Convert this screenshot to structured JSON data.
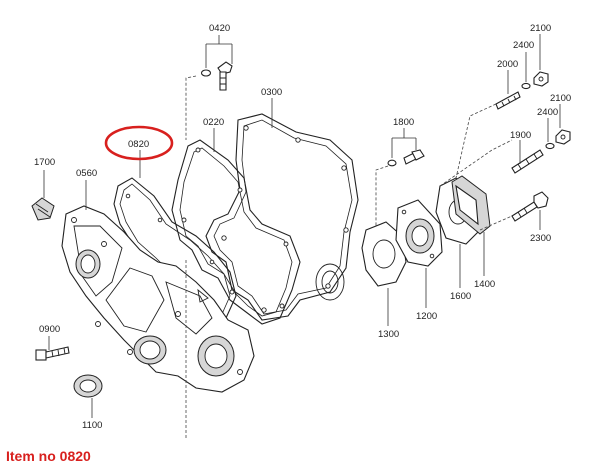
{
  "caption": "Item no 0820",
  "highlight_color": "#d8201e",
  "callouts": {
    "p0420": "0420",
    "p0300": "0300",
    "p0220": "0220",
    "p0820": "0820",
    "p1700": "1700",
    "p0560": "0560",
    "p0900": "0900",
    "p1100": "1100",
    "p1800": "1800",
    "p1300": "1300",
    "p1200": "1200",
    "p1600": "1600",
    "p1400": "1400",
    "p2000": "2000",
    "p2400a": "2400",
    "p2100a": "2100",
    "p2100b": "2100",
    "p2400b": "2400",
    "p1900": "1900",
    "p2300": "2300"
  }
}
